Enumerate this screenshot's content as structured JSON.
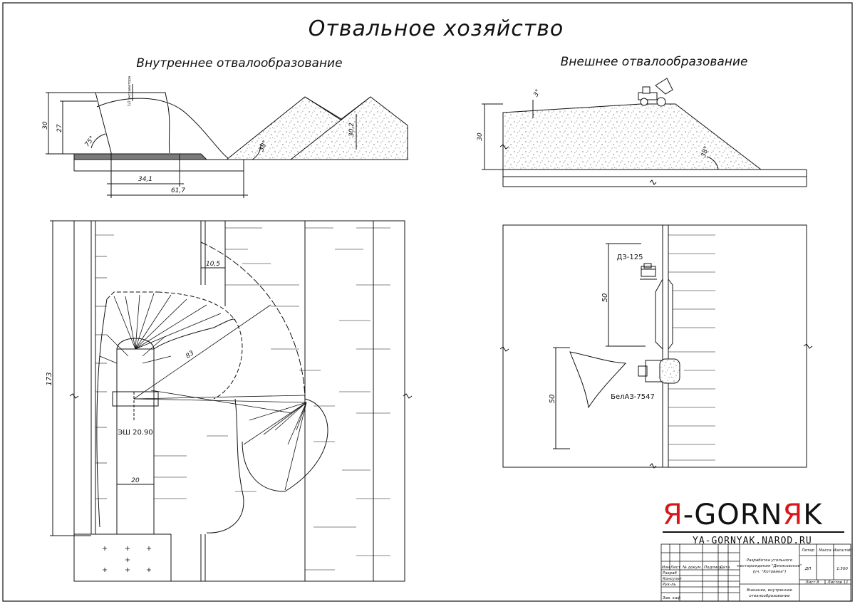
{
  "title": "Отвальное хозяйство",
  "left_section": {
    "title": "Внутреннее отвалообразование",
    "dims": {
      "h30": "30",
      "h27": "27",
      "angle75": "75°",
      "w34": "34,1",
      "w61": "61,7",
      "angle38": "38°",
      "h30_2": "30,2",
      "slot_label": "1/2 экскаватора"
    }
  },
  "right_section": {
    "title": "Внешнее отвалообразование",
    "dims": {
      "h30": "30",
      "angle3": "3°",
      "angle38": "38°"
    }
  },
  "plan_left": {
    "dims": {
      "d173": "173",
      "d105": "10,5",
      "d83": "83",
      "d20": "20"
    },
    "excavator": "ЭШ 20.90"
  },
  "plan_right": {
    "dozer": "ДЗ-125",
    "truck": "БелАЗ-7547",
    "d50a": "50",
    "d50b": "50"
  },
  "logo": {
    "part1": "Я",
    "part2": "-GORN",
    "part3": "Я",
    "part4": "K",
    "url": "YA-GORNYAK.NAROD.RU"
  },
  "title_block": {
    "project_line1": "Разработка угольного",
    "project_line2": "месторождения \"Денисовское\"",
    "project_line3": "(уч. \"Котовика\")",
    "sheet_line1": "Внешнее, внутреннее",
    "sheet_line2": "отвалообразование",
    "h_litera": "Литер",
    "h_massa": "Масса",
    "h_masshtab": "Масштаб",
    "litera": "ДП",
    "masshtab": "1:500",
    "list": "Лист 8",
    "listov": "Листов 11",
    "izm": "Изм",
    "list_col": "Лист",
    "ndokum": "№ докум.",
    "podpis": "Подпись",
    "data": "Дата",
    "razrab": "Разраб",
    "konsult": "Консульт",
    "rukov": "Рук-ль",
    "zavkaf": "Зав. каф"
  },
  "colors": {
    "line": "#111111",
    "logo_red": "#d8161b",
    "ground_fill": "#7a7a7a"
  }
}
